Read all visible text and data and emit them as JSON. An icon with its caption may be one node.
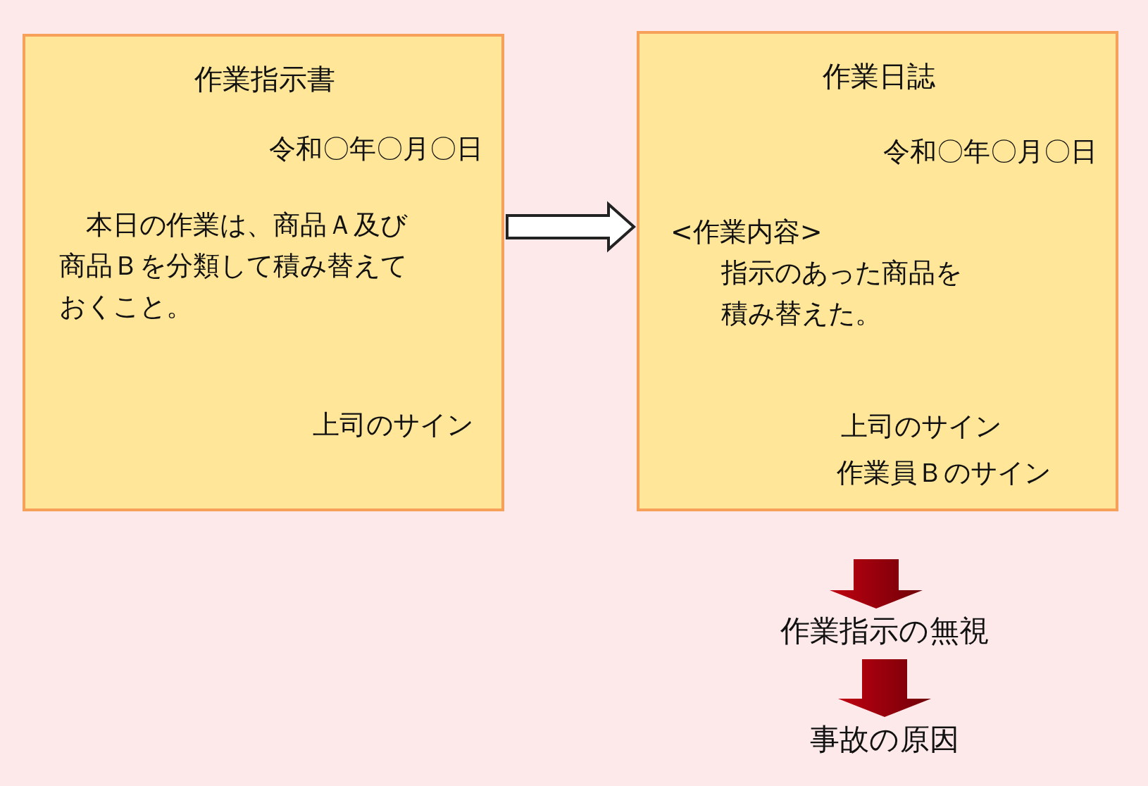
{
  "diagram": {
    "nodes": [
      {
        "text": [
          "作業指示書",
          "令和〇年〇月〇日",
          "本日の作業は、商品Ａ及び商品Ｂを分類して積み替えておくこと。",
          "上司のサイン"
        ]
      },
      {
        "text": [
          "作業日誌",
          "令和〇年〇月〇日",
          "<作業内容>",
          "指示のあった商品を積み替えた。",
          "上司のサイン",
          "作業員Ｂのサイン"
        ]
      },
      {
        "text": [
          "作業指示の無視"
        ]
      },
      {
        "text": [
          "事故の原因"
        ]
      }
    ],
    "edges": [
      {
        "from": 0,
        "to": 1,
        "arrow": "to",
        "color": "#222222"
      },
      {
        "from": 1,
        "to": 2,
        "arrow": "to"
      },
      {
        "from": 2,
        "to": 3,
        "arrow": "to"
      }
    ]
  }
}
